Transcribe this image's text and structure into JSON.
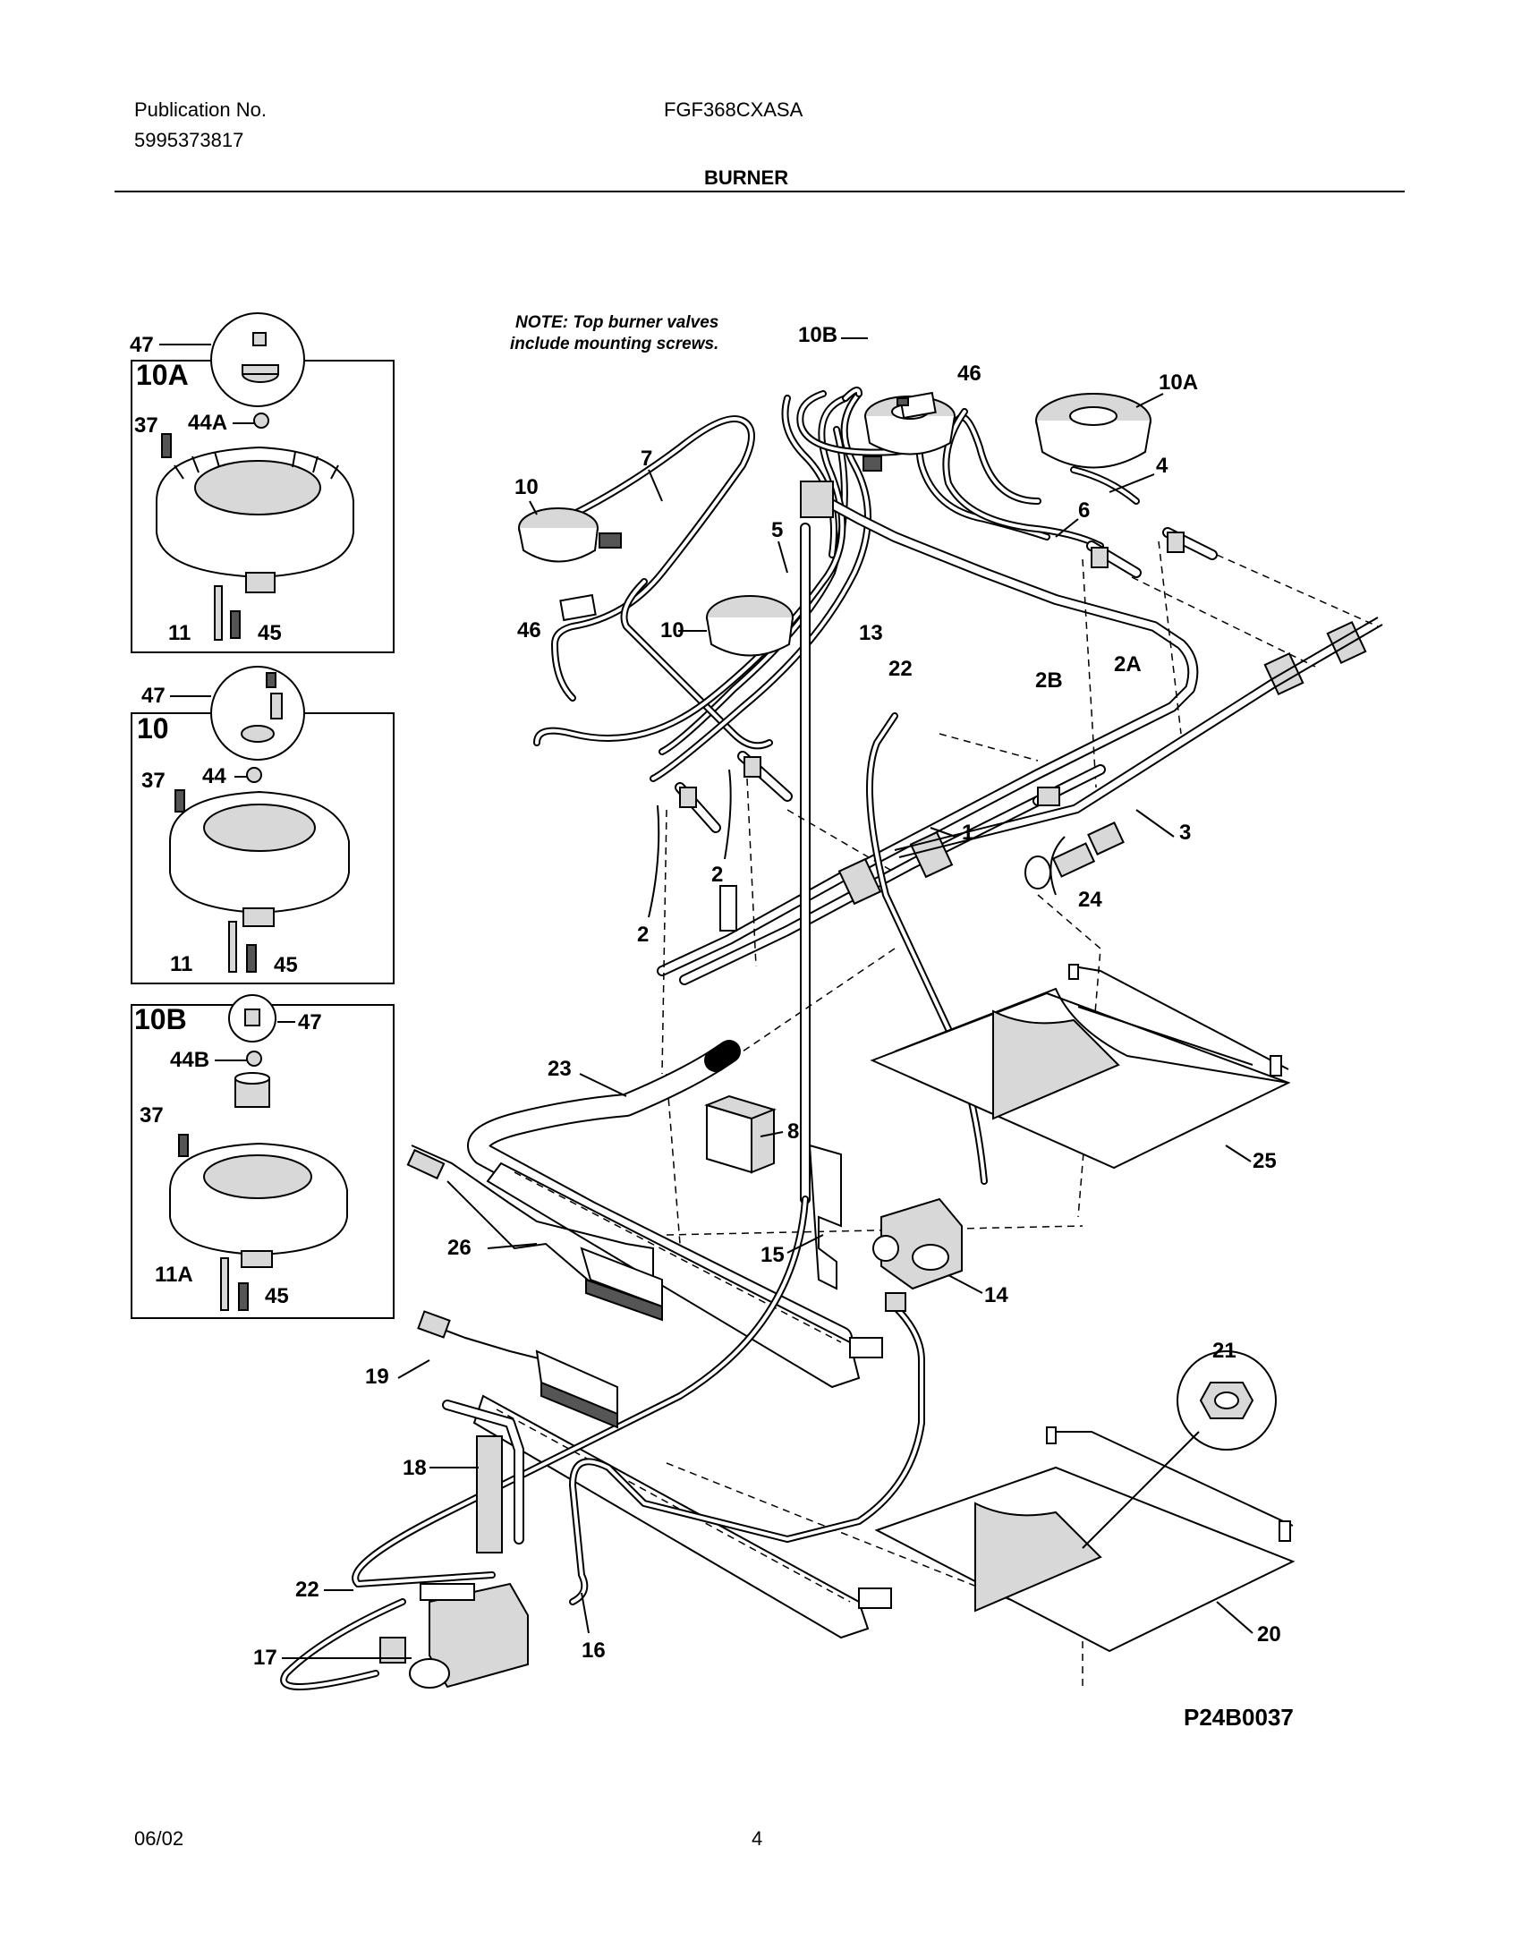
{
  "header": {
    "publication_label": "Publication No.",
    "publication_number": "5995373817",
    "model": "FGF368CXASA",
    "section_title": "BURNER"
  },
  "note": {
    "line1": "NOTE: Top burner valves",
    "line2": "include mounting screws."
  },
  "insets": [
    {
      "title": "10A",
      "labels": [
        "47",
        "37",
        "44A",
        "11",
        "45"
      ]
    },
    {
      "title": "10",
      "labels": [
        "47",
        "37",
        "44",
        "11",
        "45"
      ]
    },
    {
      "title": "10B",
      "labels": [
        "47",
        "44B",
        "37",
        "11A",
        "45"
      ]
    }
  ],
  "callouts": {
    "p1": "1",
    "p2": "2",
    "p2a": "2A",
    "p2b": "2B",
    "p3": "3",
    "p4": "4",
    "p5": "5",
    "p6": "6",
    "p7": "7",
    "p8": "8",
    "p10": "10",
    "p10a": "10A",
    "p10b": "10B",
    "p13": "13",
    "p14": "14",
    "p15": "15",
    "p16": "16",
    "p17": "17",
    "p18": "18",
    "p19": "19",
    "p20": "20",
    "p21": "21",
    "p22": "22",
    "p23": "23",
    "p24": "24",
    "p25": "25",
    "p26": "26",
    "p46": "46"
  },
  "diagram_code": "P24B0037",
  "footer": {
    "date": "06/02",
    "page": "4"
  }
}
